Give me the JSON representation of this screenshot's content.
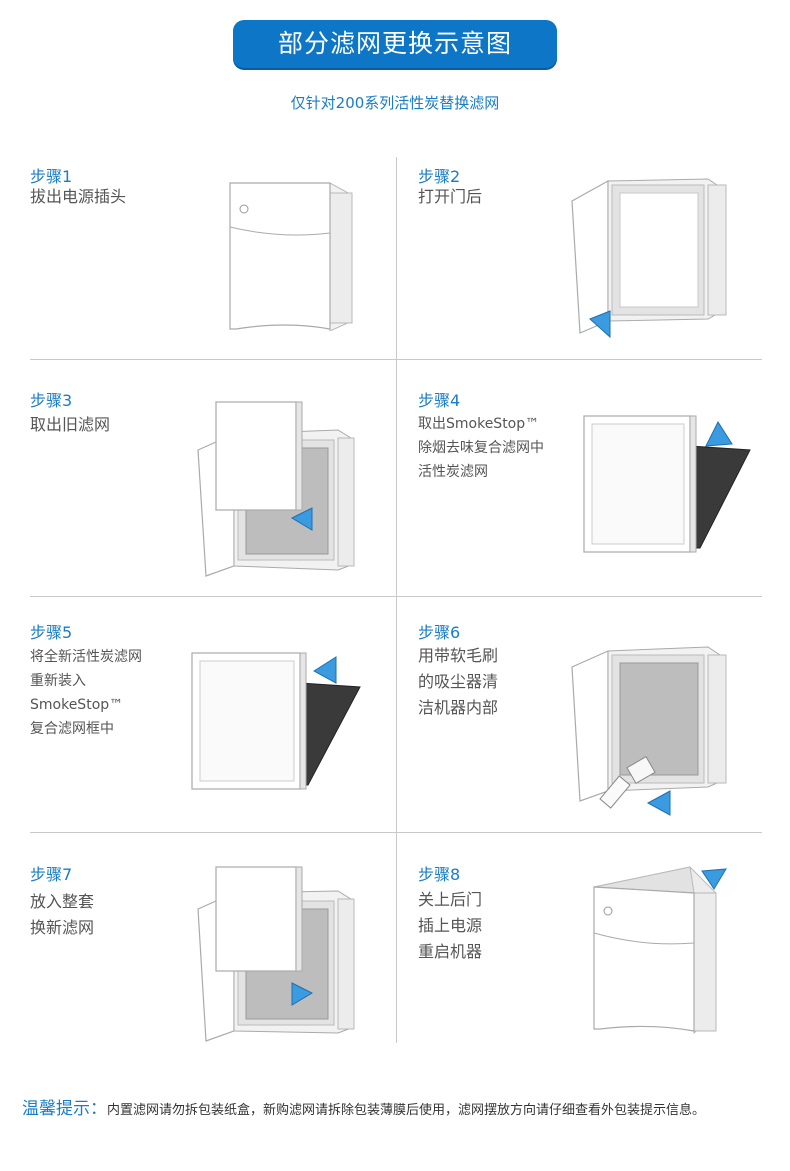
{
  "header": {
    "title": "部分滤网更换示意图",
    "subtitle": "仅针对200系列活性炭替换滤网"
  },
  "steps": [
    {
      "title": "步骤1",
      "desc": "拔出电源插头"
    },
    {
      "title": "步骤2",
      "desc": "打开门后"
    },
    {
      "title": "步骤3",
      "desc": "取出旧滤网"
    },
    {
      "title": "步骤4",
      "desc": "取出SmokeStop™\n除烟去味复合滤网中\n活性炭滤网"
    },
    {
      "title": "步骤5",
      "desc": "将全新活性炭滤网\n重新装入\nSmokeStop™\n复合滤网框中"
    },
    {
      "title": "步骤6",
      "desc": "用带软毛刷\n的吸尘器清\n洁机器内部"
    },
    {
      "title": "步骤7",
      "desc": "放入整套\n换新滤网"
    },
    {
      "title": "步骤8",
      "desc": "关上后门\n插上电源\n重启机器"
    }
  ],
  "tip": {
    "label": "温馨提示：",
    "text": "内置滤网请勿拆包装纸盒，新购滤网请拆除包装薄膜后使用，滤网摆放方向请仔细查看外包装提示信息。"
  },
  "colors": {
    "accent": "#0e76c6",
    "text_blue": "#1a7cc5",
    "arrow": "#3a9be0",
    "filter_dark": "#3a3a3a"
  }
}
